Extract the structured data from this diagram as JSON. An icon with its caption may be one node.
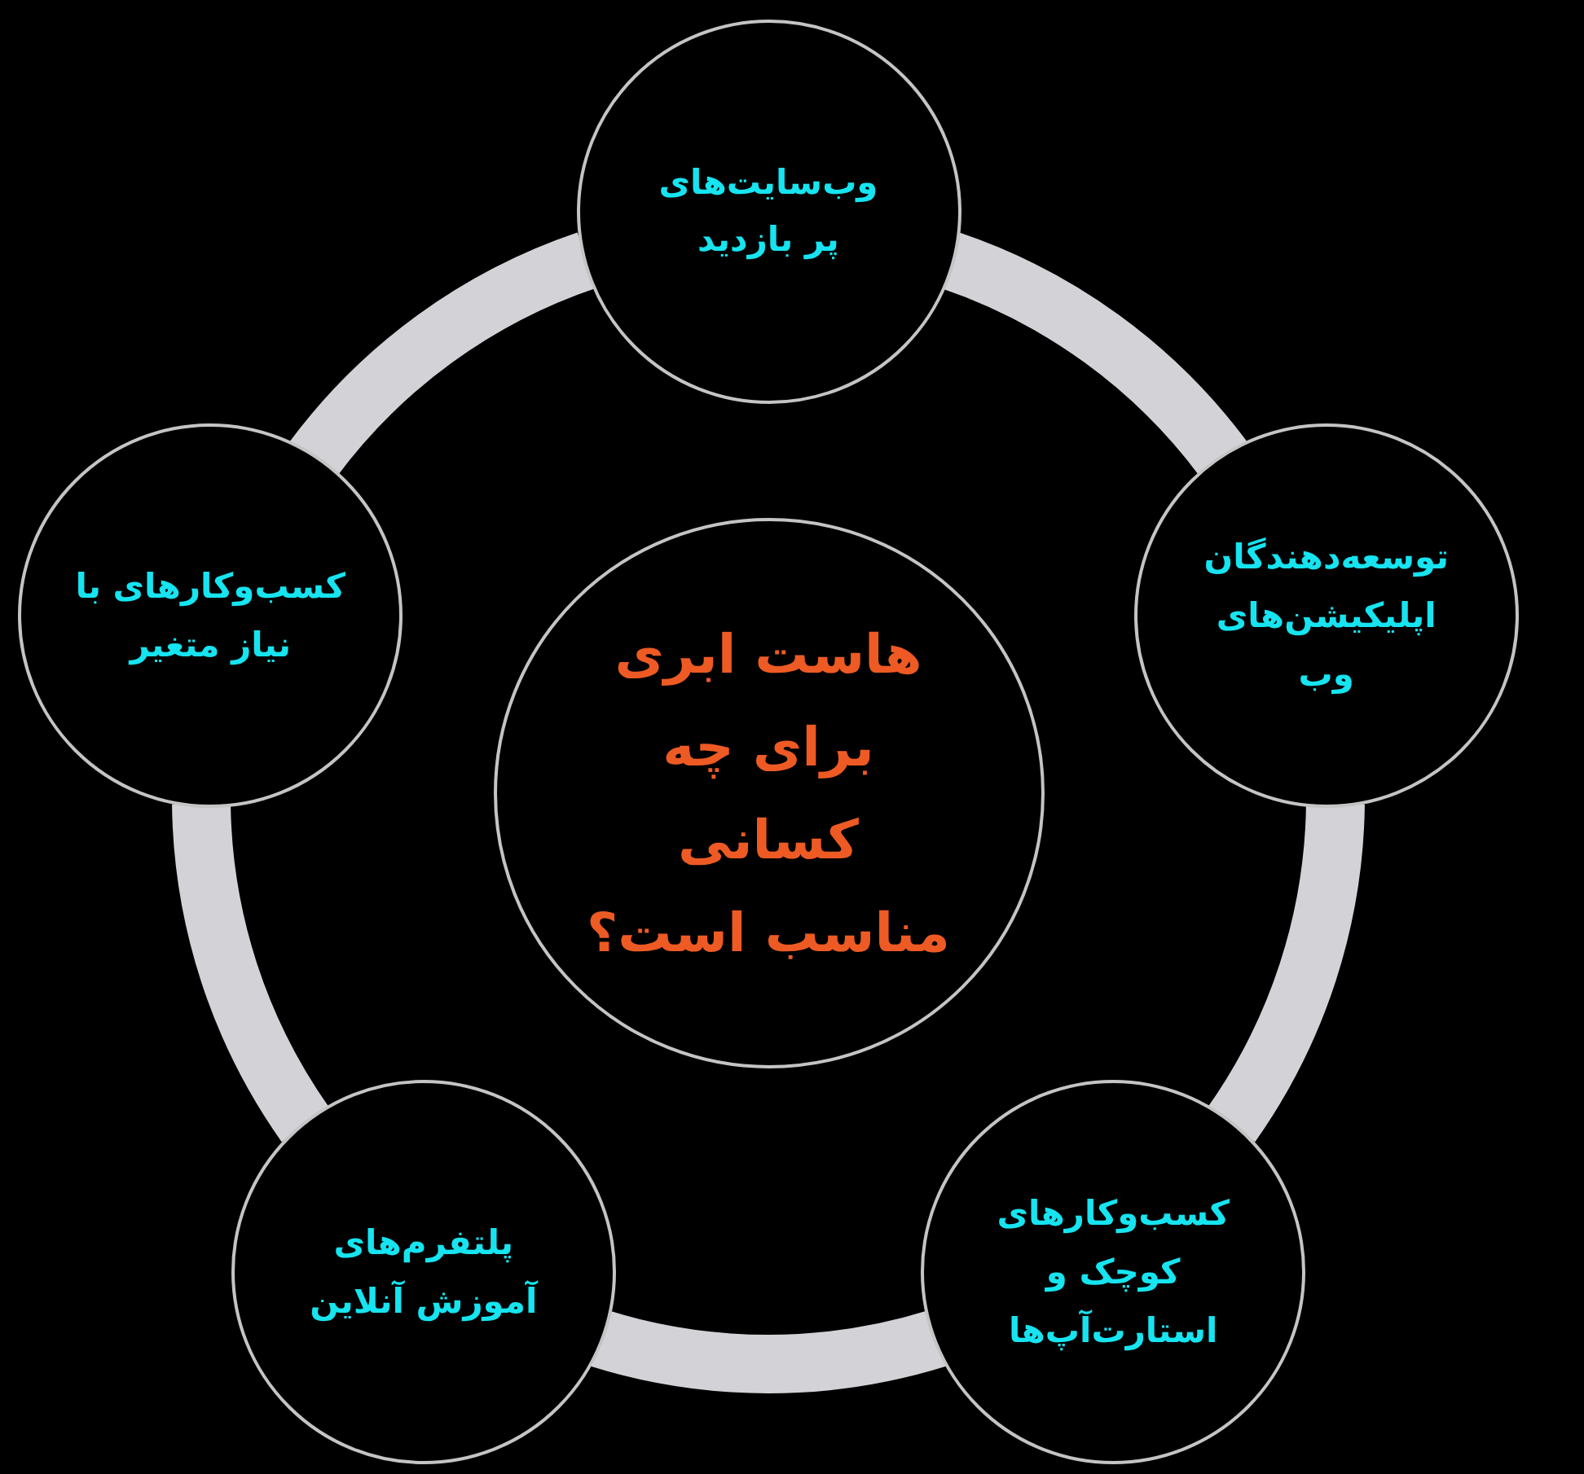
{
  "diagram": {
    "nodes": [
      {
        "text": [
          "هاست ابری برای چه کسانی مناسب است؟"
        ]
      },
      {
        "text": [
          "وب‌سایت‌های پر بازدید"
        ]
      },
      {
        "text": [
          "توسعه‌دهندگان اپلیکیشن‌های وب"
        ]
      },
      {
        "text": [
          "کسب‌وکارهای کوچک و استارت‌آپ‌ها"
        ]
      },
      {
        "text": [
          "پلتفرم‌های آموزش آنلاین"
        ]
      },
      {
        "text": [
          "کسب‌وکارهای با نیاز متغیر"
        ]
      }
    ],
    "edges": [
      {
        "from": 1,
        "to": 2,
        "arrow": "none"
      },
      {
        "from": 2,
        "to": 3,
        "arrow": "none"
      },
      {
        "from": 3,
        "to": 4,
        "arrow": "none"
      },
      {
        "from": 4,
        "to": 5,
        "arrow": "none"
      },
      {
        "from": 5,
        "to": 1,
        "arrow": "none"
      }
    ]
  }
}
